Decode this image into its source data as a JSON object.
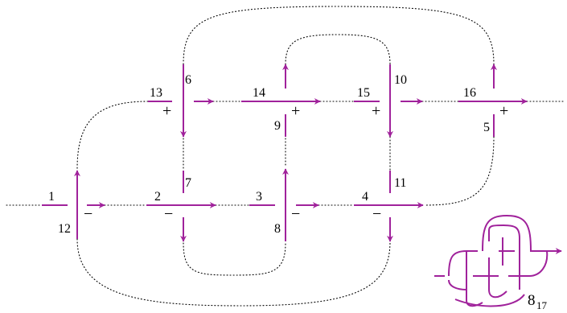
{
  "strand_labels": {
    "l1": "1",
    "l2": "2",
    "l3": "3",
    "l4": "4",
    "l5": "5",
    "l6": "6",
    "l7": "7",
    "l8": "8",
    "l9": "9",
    "l10": "10",
    "l11": "11",
    "l12": "12",
    "l13": "13",
    "l14": "14",
    "l15": "15",
    "l16": "16"
  },
  "crossing_signs": {
    "c_top_1": "+",
    "c_top_2": "+",
    "c_top_3": "+",
    "c_top_4": "+",
    "c_bot_1": "−",
    "c_bot_2": "−",
    "c_bot_3": "−",
    "c_bot_4": "−"
  },
  "knot_name": {
    "base": "8",
    "subscript": "17"
  },
  "colors": {
    "strand": "#a0229b",
    "path": "#000000"
  }
}
